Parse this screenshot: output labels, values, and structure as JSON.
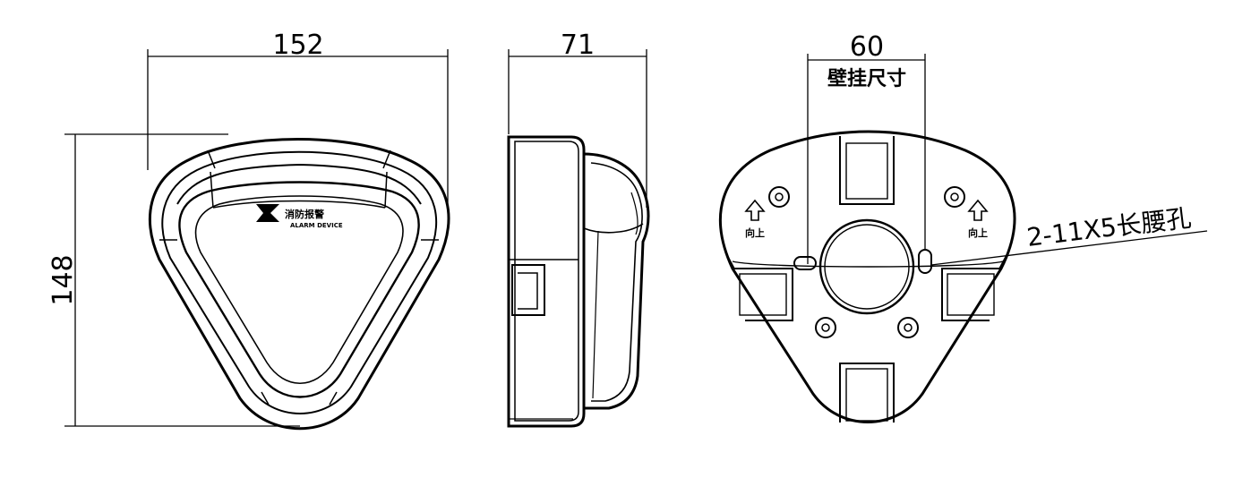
{
  "front_view": {
    "width_dim": "152",
    "height_dim": "148",
    "logo_text": "消防报警",
    "logo_subtext": "ALARM DEVICE"
  },
  "side_view": {
    "depth_dim": "71"
  },
  "back_view": {
    "hole_spacing_dim": "60",
    "hole_spacing_label": "壁挂尺寸",
    "slot_callout": "2-11X5长腰孔",
    "up_label_left": "向上",
    "up_label_right": "向上"
  },
  "colors": {
    "line": "#000000",
    "background": "#ffffff"
  }
}
